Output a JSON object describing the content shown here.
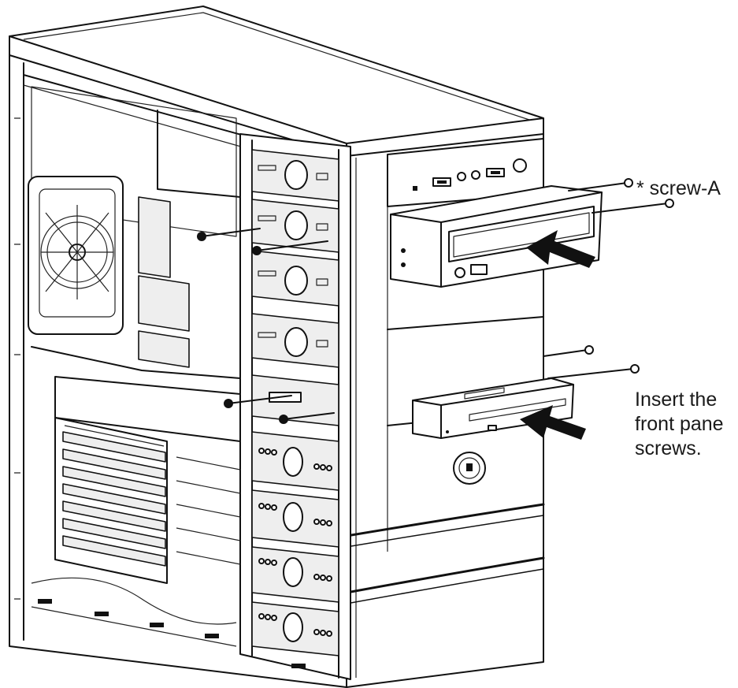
{
  "annotations": {
    "screw_label": "* screw-A",
    "instruction_lines": [
      "Insert the",
      "front pane",
      "screws."
    ]
  },
  "icons": [
    "arrow-icon",
    "screw-icon",
    "fan-icon",
    "lock-icon"
  ],
  "colors": {
    "line": "#111111",
    "background": "#ffffff"
  }
}
